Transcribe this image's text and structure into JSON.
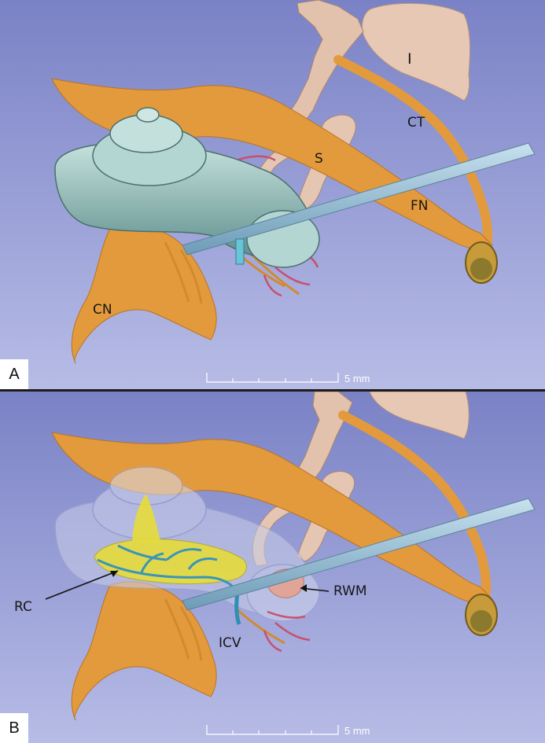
{
  "panel_a": {
    "letter": "A",
    "labels": {
      "incus": "I",
      "chorda_tympani": "CT",
      "stapes": "S",
      "facial_nerve": "FN",
      "cochlear_nerve": "CN"
    },
    "scale_bar": "5 mm"
  },
  "panel_b": {
    "letter": "B",
    "labels": {
      "round_window": "RC",
      "round_window_membrane": "RWM",
      "inferior_cochlear_vein": "ICV"
    },
    "scale_bar": "5 mm"
  },
  "colors": {
    "background_top": "#7a82c6",
    "background_bottom": "#b7bce6",
    "nerve": "#e39a3c",
    "bone": "#e7c8b5",
    "cochlea": "#9ec5c2",
    "electrode": "#8fb8d2",
    "vessels": "#c8506e",
    "yellow_structure": "#e6dc3a",
    "blue_vessel": "#3a95b8",
    "membrane": "#e8a08c"
  }
}
